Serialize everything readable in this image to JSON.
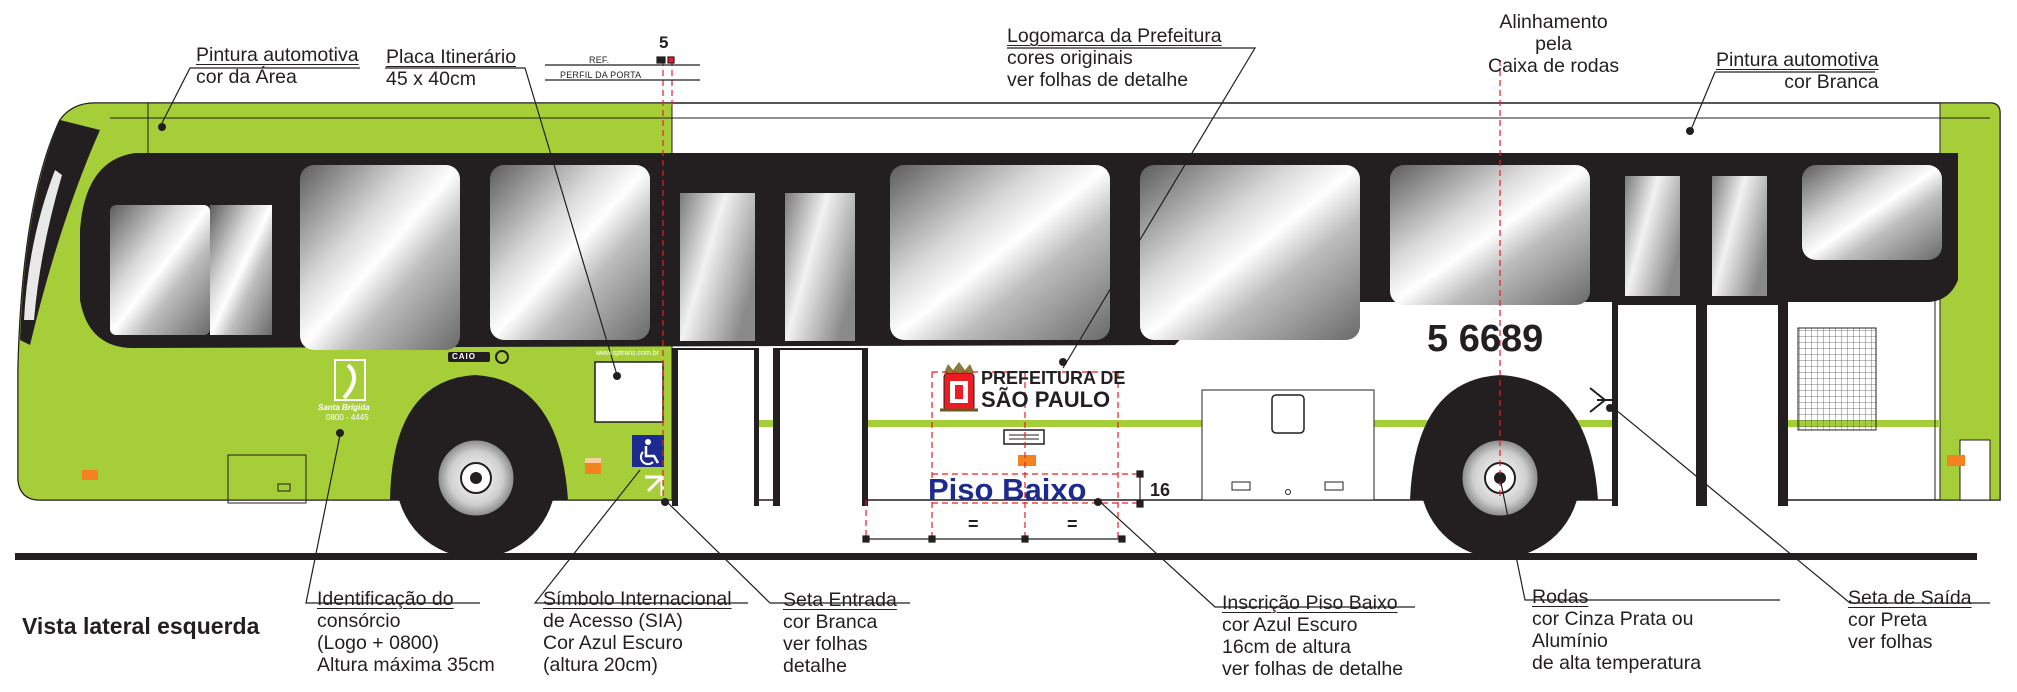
{
  "title": "Vista lateral esquerda",
  "bus_number": "5 6689",
  "door_ref": {
    "number": "5",
    "line1": "REF.",
    "line2": "PERFIL DA PORTA"
  },
  "logo_text": {
    "line1": "PREFEITURA DE",
    "line2": "SÃO PAULO"
  },
  "piso_baixo": {
    "text": "Piso Baixo",
    "height_mark": "16",
    "equal_mark_1": "=",
    "equal_mark_2": "="
  },
  "consortium": {
    "brand": "Santa Brígida",
    "phone": "0800 - 4445",
    "site": "www.sptrans.com.br",
    "model": "CAIO"
  },
  "colors": {
    "area_green": "#a6ce39",
    "dark_blue": "#1d2a8f",
    "black": "#231f20",
    "orange": "#f58220",
    "red_dash": "#ed1c24"
  },
  "labels": {
    "pintura_area": [
      "Pintura automotiva",
      "cor da Área"
    ],
    "placa": [
      "Placa Itinerário",
      "45 x 40cm"
    ],
    "logomarca": [
      "Logomarca da Prefeitura",
      "cores originais",
      "ver folhas de detalhe"
    ],
    "alinhamento": [
      "Alinhamento",
      "pela",
      "Caixa de rodas"
    ],
    "pintura_branca": [
      "Pintura automotiva",
      "cor Branca"
    ],
    "identificacao": [
      "Identificação do",
      "consórcio",
      "(Logo + 0800)",
      "Altura máxima 35cm"
    ],
    "sia": [
      "Símbolo Internacional",
      "de Acesso (SIA)",
      "Cor Azul Escuro",
      "(altura 20cm)"
    ],
    "seta_entrada": [
      "Seta Entrada",
      "cor Branca",
      "ver folhas",
      "detalhe"
    ],
    "inscricao": [
      "Inscrição Piso Baixo",
      "cor Azul Escuro",
      "16cm de altura",
      "ver folhas de detalhe"
    ],
    "rodas": [
      "Rodas",
      "cor Cinza Prata ou",
      "Alumínio",
      "de alta temperatura"
    ],
    "seta_saida": [
      "Seta de Saída",
      "cor Preta",
      "ver folhas"
    ]
  }
}
